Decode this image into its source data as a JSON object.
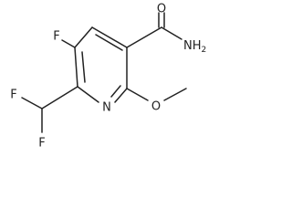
{
  "structure": {
    "atoms": {
      "oxygen_carbonyl": "O",
      "amide_nitrogen": "NH",
      "amide_subscript": "2",
      "fluorine_ring": "F",
      "ring_nitrogen": "N",
      "methoxy_oxygen": "O",
      "fluorine_left": "F",
      "fluorine_bottom": "F"
    }
  }
}
